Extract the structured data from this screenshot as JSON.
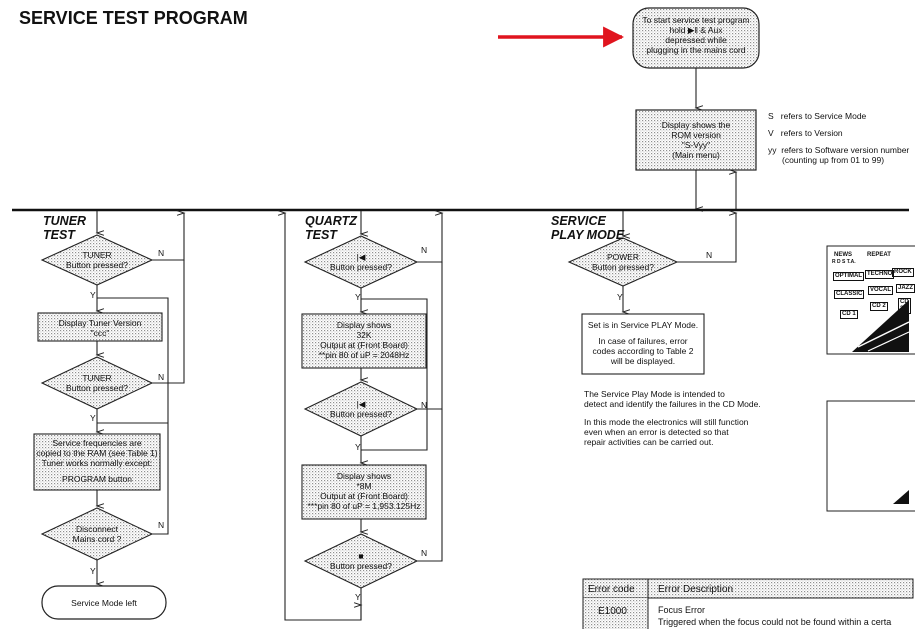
{
  "title": "SERVICE TEST PROGRAM",
  "start": {
    "line1": "To start service test program",
    "line2": "hold ▶‖ & Aux",
    "line3": "depressed while",
    "line4": "plugging in the mains cord"
  },
  "main": {
    "line1": "Display shows the",
    "line2": "ROM version",
    "line3": "\"S-Vyy\"",
    "line4": "(Main menu)"
  },
  "legend": {
    "s_key": "S",
    "s_text": "refers to Service Mode",
    "v_key": "V",
    "v_text": "refers to Version",
    "yy_key": "yy",
    "yy_text": "refers to Software version number",
    "yy_text2": "(counting up from 01 to 99)"
  },
  "sections": {
    "tuner": {
      "line1": "TUNER",
      "line2": "TEST"
    },
    "quartz": {
      "line1": "QUARTZ",
      "line2": "TEST"
    },
    "service": {
      "line1": "SERVICE",
      "line2": "PLAY MODE"
    }
  },
  "tuner": {
    "d1_line1": "TUNER",
    "d1_line2": "Button pressed?",
    "box1_line1": "Display Tuner Version",
    "box1_line2": "\"ccc\"",
    "d2_line1": "TUNER",
    "d2_line2": "Button pressed?",
    "box2_line1": "Service frequencies are",
    "box2_line2": "copied to the RAM (see Table 1)",
    "box2_line3": "Tuner works normally except:",
    "box2_line4": "PROGRAM button",
    "d3_line1": "Disconnect",
    "d3_line2": "Mains cord ?",
    "end": "Service Mode left"
  },
  "quartz": {
    "d1_sym": "|◀",
    "d1_text": "Button pressed?",
    "box1_line1": "Display shows",
    "box1_line2": "32K",
    "box1_line3": "Output at (Front Board)",
    "box1_line4": "**pin 80 of uP = 2048Hz",
    "d2_sym": "|◀",
    "d2_text": "Button pressed?",
    "box2_line1": "Display shows",
    "box2_line2": "*8M",
    "box2_line3": "Output at (Front Board)",
    "box2_line4": "***pin 80 of uP = 1,953.125Hz",
    "d3_sym": "■",
    "d3_text": "Button pressed?"
  },
  "service": {
    "d1_line1": "POWER",
    "d1_line2": "Button pressed?",
    "box_line1": "Set is in Service PLAY Mode.",
    "box_line2": "In case of failures, error",
    "box_line3": "codes according to Table 2",
    "box_line4": "will be displayed.",
    "note1_line1": "The Service Play Mode is intended to",
    "note1_line2": "detect and identify the failures in the CD Mode.",
    "note2_line1": "In this mode the electronics will still function",
    "note2_line2": "even when an error is detected so that",
    "note2_line3": "repair activities can be carried out."
  },
  "labels": {
    "n": "N",
    "y": "Y"
  },
  "panel": {
    "news": "NEWS",
    "rds": "R D S T.A.",
    "repeat": "REPEAT",
    "optimal": "OPTIMAL",
    "techno": "TECHNO",
    "rock": "ROCK",
    "classic": "CLASSIC",
    "vocal": "VOCAL",
    "jazz": "JAZZ",
    "cd1": "CD 1",
    "cd2": "CD 2",
    "cd3": "CD 3"
  },
  "table": {
    "col1": "Error code",
    "col2": "Error Description",
    "row1_code": "E1000",
    "row1_title": "Focus Error",
    "row1_desc": "Triggered when the focus could not be found within a certa"
  },
  "colors": {
    "accent_arrow": "#e0141e",
    "line": "#222222",
    "hatch": "#9a9a9a"
  }
}
